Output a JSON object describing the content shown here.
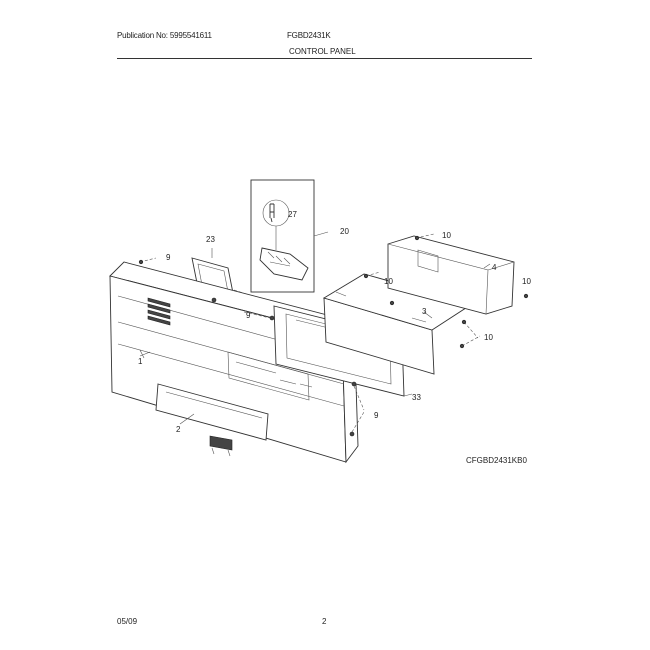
{
  "header": {
    "publication": "Publication No: 5995541611",
    "model": "FGBD2431K",
    "section_title": "CONTROL PANEL"
  },
  "diagram": {
    "figure_code": "CFGBD2431KB0",
    "callouts": {
      "c1": "1",
      "c2": "2",
      "c3": "3",
      "c4": "4",
      "c9a": "9",
      "c9b": "9",
      "c9c": "9",
      "c10a": "10",
      "c10b": "10",
      "c10c": "10",
      "c10d": "10",
      "c20": "20",
      "c23": "23",
      "c27": "27",
      "c33": "33"
    }
  },
  "footer": {
    "date": "05/09",
    "page": "2"
  }
}
